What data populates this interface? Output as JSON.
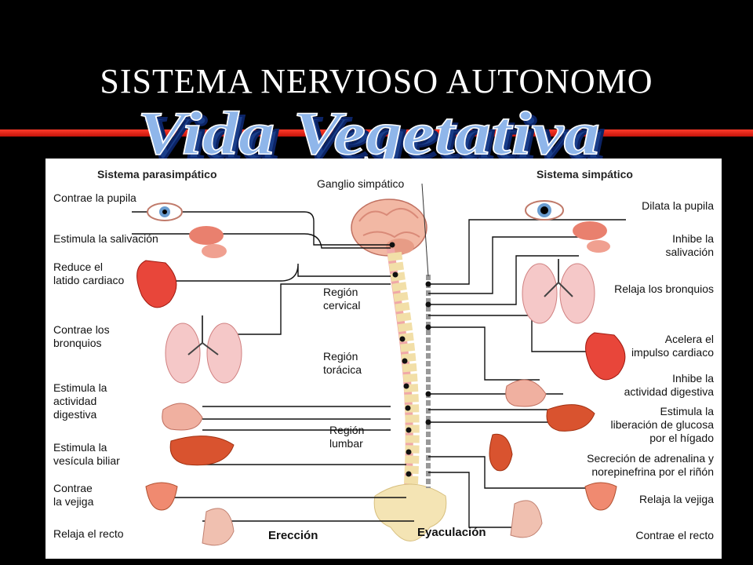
{
  "title": "SISTEMA NERVIOSO AUTONOMO",
  "subtitle": "Vida Vegetativa",
  "colors": {
    "background": "#000000",
    "bar": "#e0261a",
    "wordart_fill": "#7fa9e0",
    "wordart_shadow": "#1a3e8a"
  },
  "diagram": {
    "parasympathetic_header": "Sistema parasimpático",
    "sympathetic_header": "Sistema simpático",
    "ganglion_label": "Ganglio simpático",
    "regions": [
      "Región\ncervical",
      "Región\ntorácica",
      "Región\nlumbar"
    ],
    "left_labels": [
      "Contrae la pupila",
      "Estimula la salivación",
      "Reduce el\nlatido cardiaco",
      "Contrae los\nbronquios",
      "Estimula la\nactividad\ndigestiva",
      "Estimula la\nvesícula biliar",
      "Contrae\nla vejiga",
      "Relaja el recto"
    ],
    "right_labels": [
      "Dilata la pupila",
      "Inhibe la\nsalivación",
      "Relaja los bronquios",
      "Acelera el\nimpulso cardiaco",
      "Inhibe la\nactividad digestiva",
      "Estimula la\nliberación de glucosa\npor el hígado",
      "Secreción de adrenalina y\nnorepinefrina por el riñón",
      "Relaja la vejiga",
      "Contrae el recto"
    ],
    "bottom_left": "Erección",
    "bottom_right": "Eyaculación"
  }
}
